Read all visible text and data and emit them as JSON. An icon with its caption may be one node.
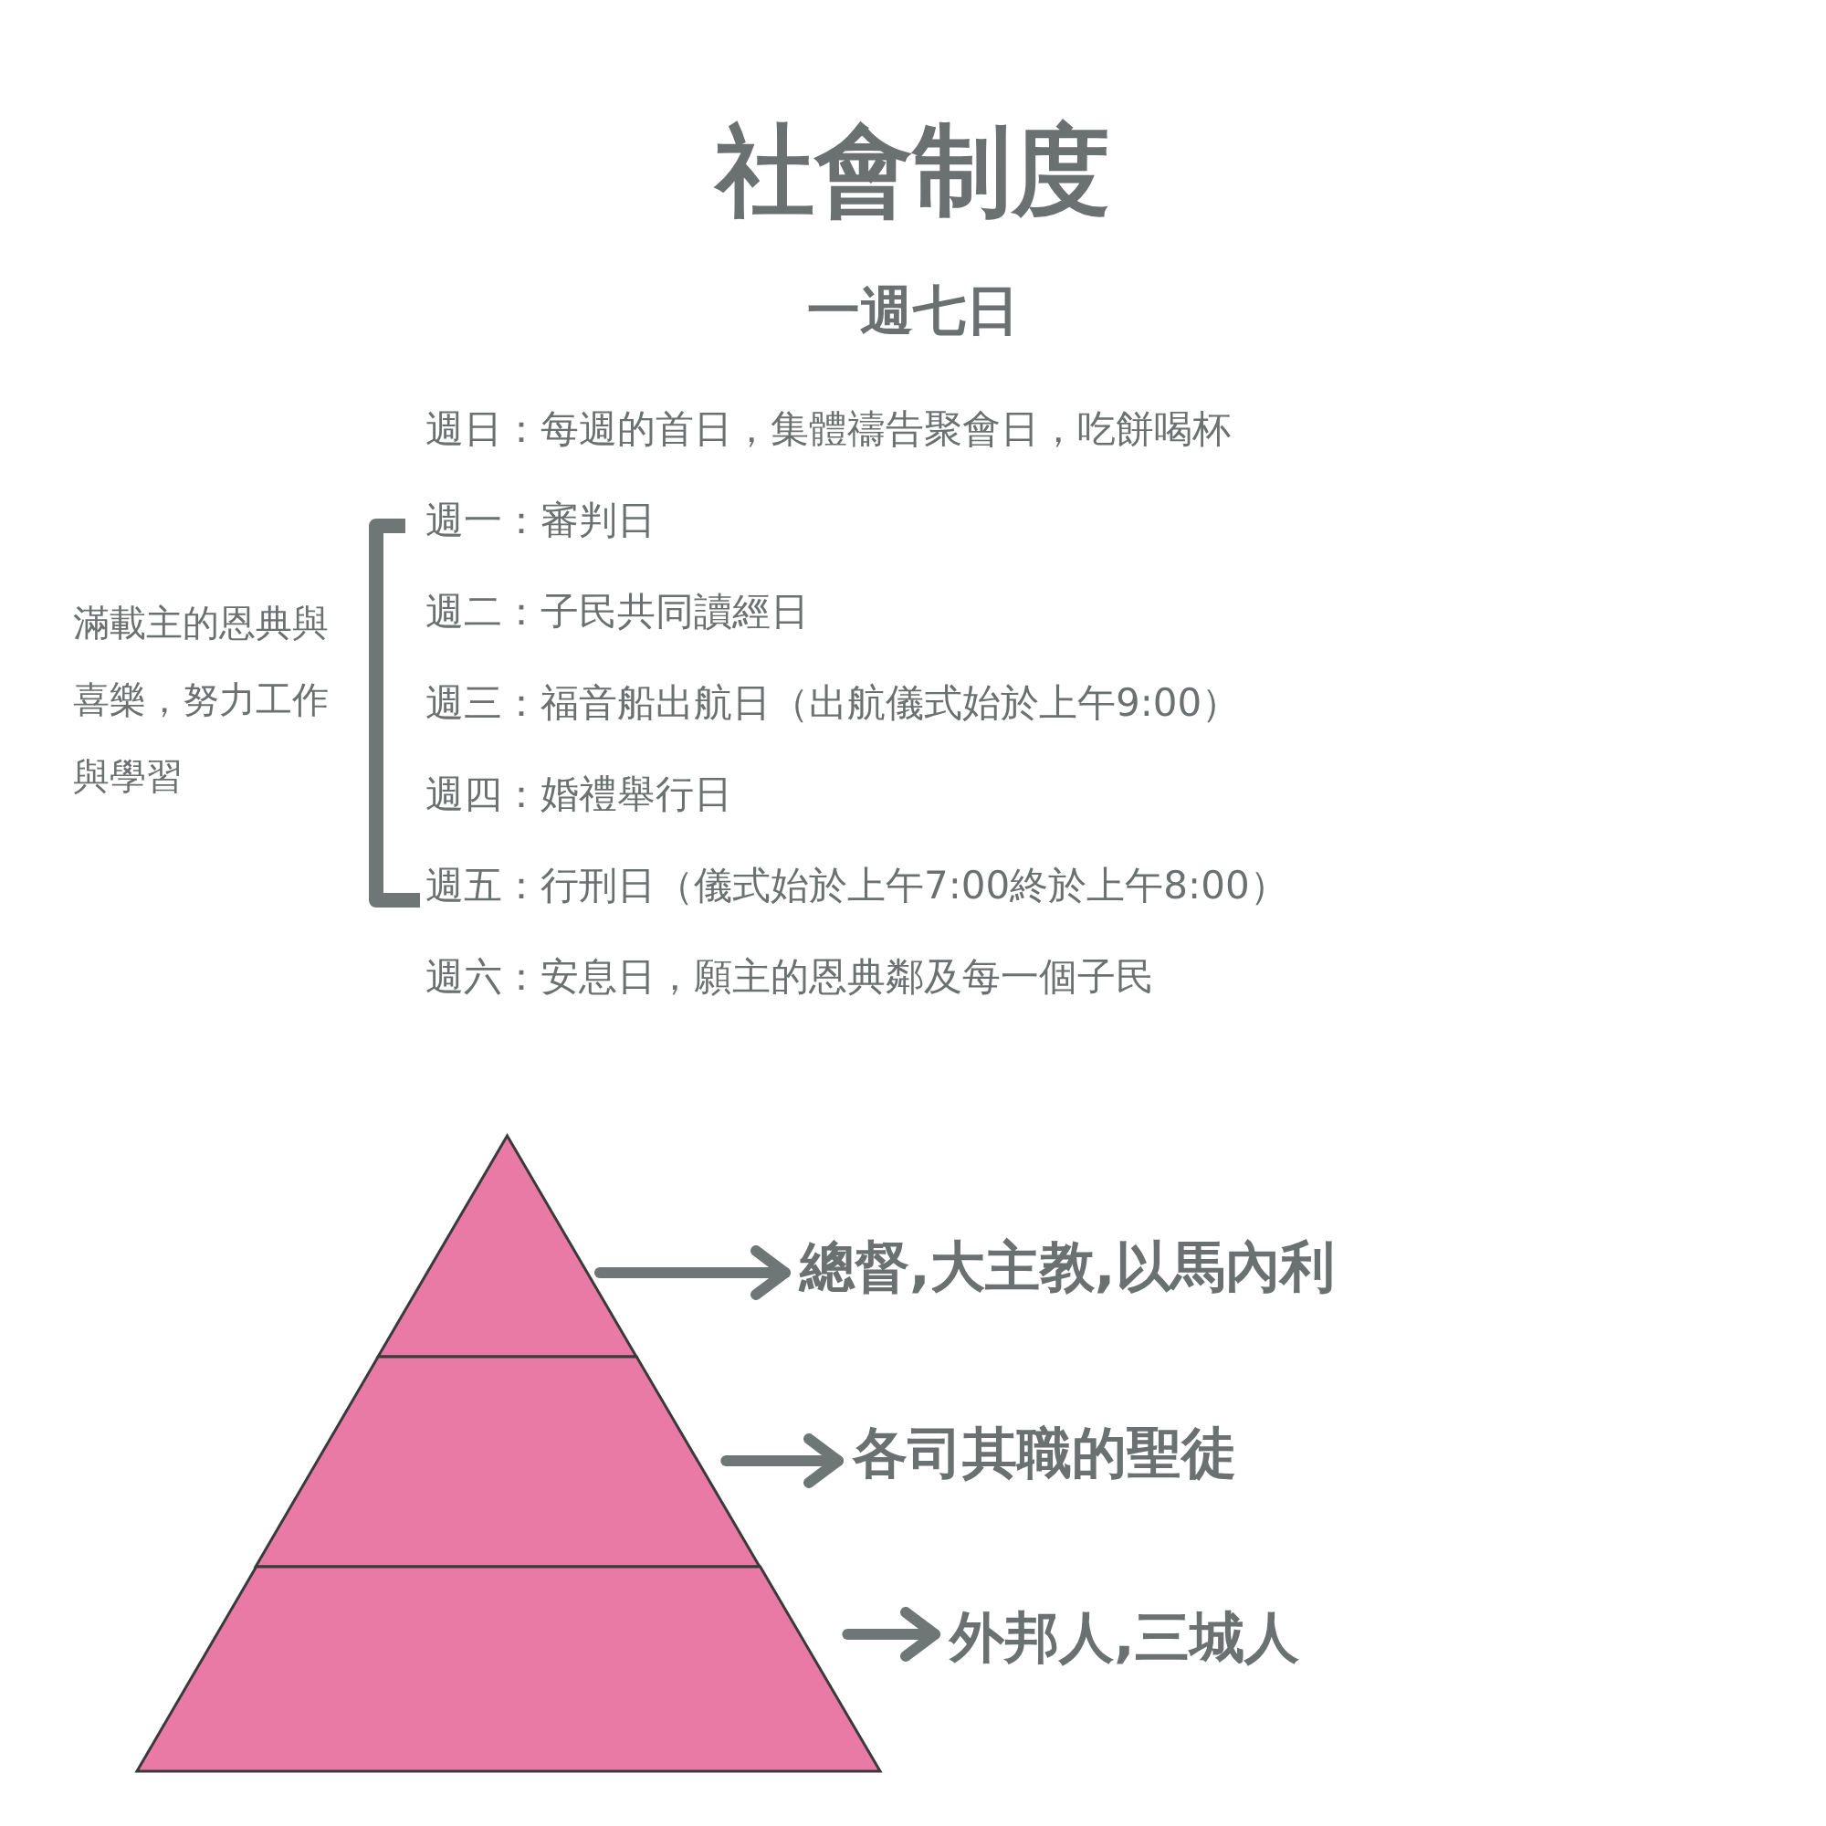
{
  "diagram": {
    "title": "社會制度",
    "nodes": [
      {
        "text": [],
        "shape": "triangle"
      },
      {
        "text": [],
        "shape": "trapezoid"
      },
      {
        "text": [],
        "shape": "trapezoid"
      },
      {
        "text": [
          "總督,大主教,以馬內利"
        ]
      },
      {
        "text": [
          "各司其職的聖徒"
        ]
      },
      {
        "text": [
          "外邦人,三城人"
        ]
      }
    ],
    "edges": [
      {
        "from": 0,
        "to": 3,
        "arrow": "to"
      },
      {
        "from": 1,
        "to": 4,
        "arrow": "to"
      },
      {
        "from": 2,
        "to": 5,
        "arrow": "to"
      }
    ],
    "labels": [
      "一週七日",
      "週日：每週的首日，集體禱告聚會日，吃餅喝杯",
      "週一：審判日",
      "滿載主的恩典與喜樂，努力工作與學習",
      "週二：子民共同讀經日",
      "週三：福音船出航日（出航儀式始於上午9:00）",
      "週四：婚禮舉行日",
      "週五：行刑日（儀式始於上午7:00終於上午8:00）",
      "週六：安息日，願主的恩典鄰及每一個子民"
    ]
  }
}
